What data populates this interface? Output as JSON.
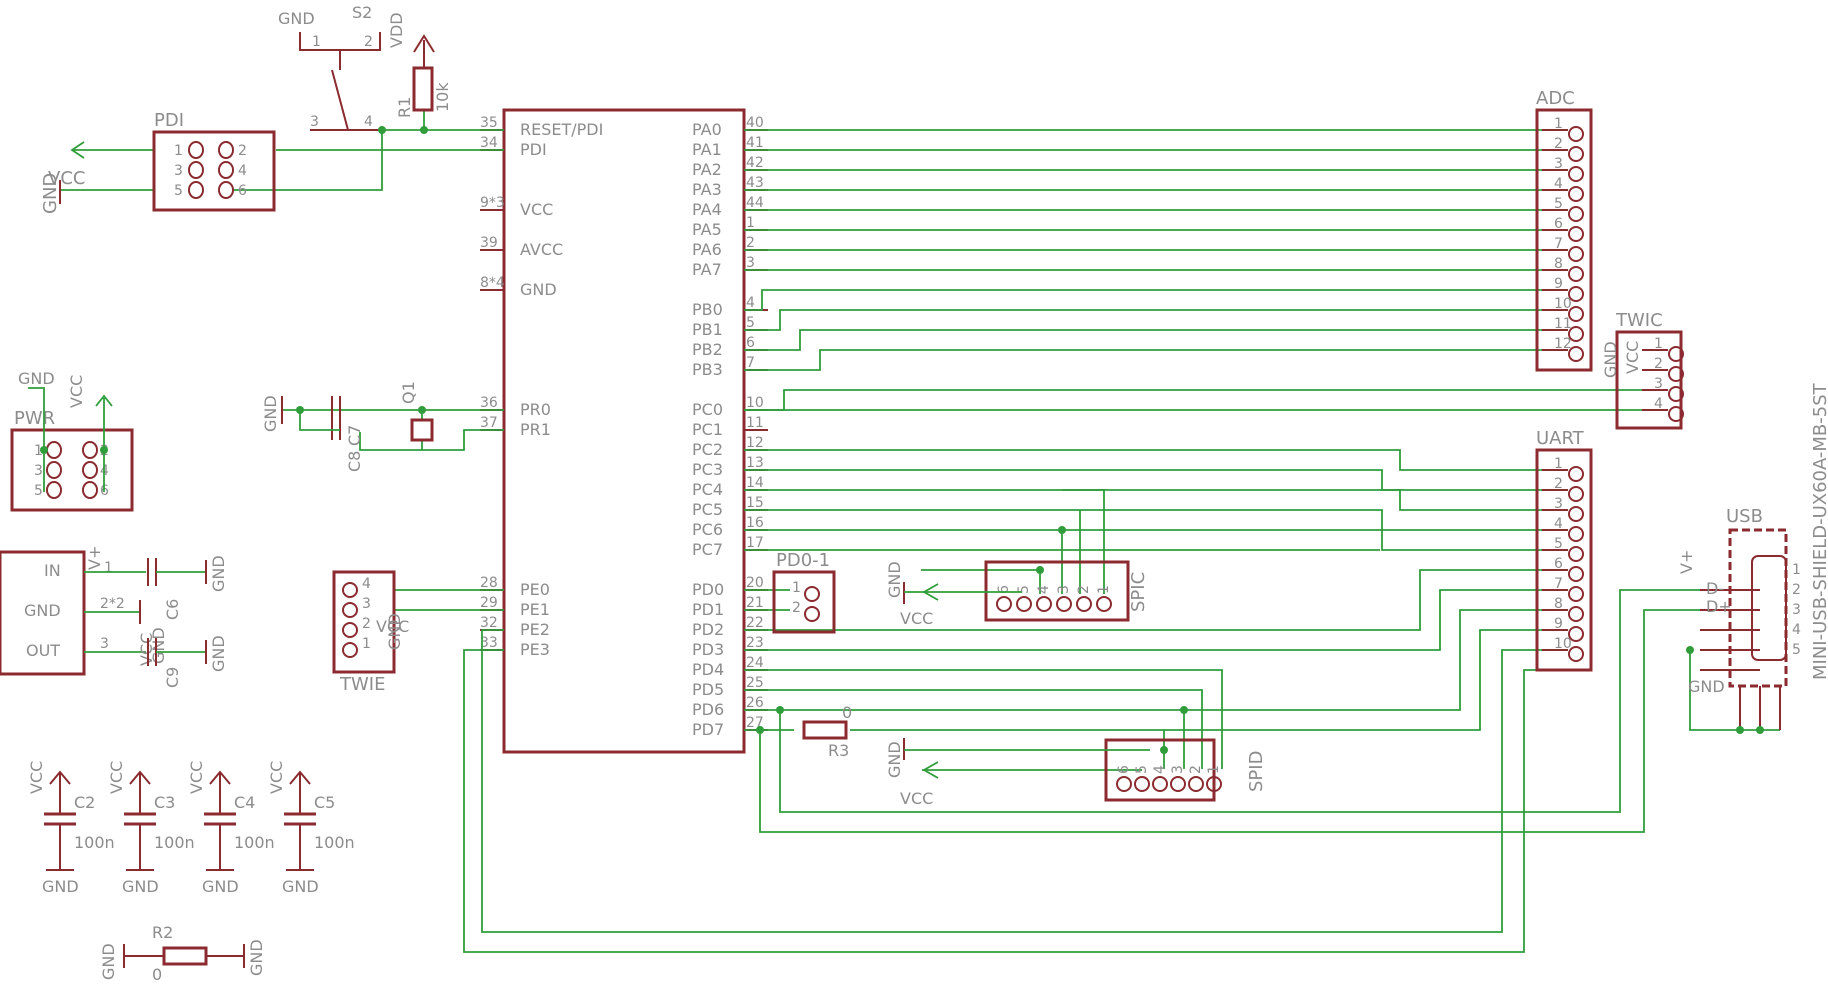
{
  "mcu": {
    "left_pins": [
      {
        "num": "35",
        "name": "RESET/PDI"
      },
      {
        "num": "34",
        "name": "PDI"
      },
      {
        "num": "9*3",
        "name": "VCC"
      },
      {
        "num": "39",
        "name": "AVCC"
      },
      {
        "num": "8*4",
        "name": "GND"
      },
      {
        "num": "36",
        "name": "PR0"
      },
      {
        "num": "37",
        "name": "PR1"
      },
      {
        "num": "28",
        "name": "PE0"
      },
      {
        "num": "29",
        "name": "PE1"
      },
      {
        "num": "32",
        "name": "PE2"
      },
      {
        "num": "33",
        "name": "PE3"
      }
    ],
    "right_pins": [
      {
        "num": "40",
        "name": "PA0"
      },
      {
        "num": "41",
        "name": "PA1"
      },
      {
        "num": "42",
        "name": "PA2"
      },
      {
        "num": "43",
        "name": "PA3"
      },
      {
        "num": "44",
        "name": "PA4"
      },
      {
        "num": "1",
        "name": "PA5"
      },
      {
        "num": "2",
        "name": "PA6"
      },
      {
        "num": "3",
        "name": "PA7"
      },
      {
        "num": "4",
        "name": "PB0"
      },
      {
        "num": "5",
        "name": "PB1"
      },
      {
        "num": "6",
        "name": "PB2"
      },
      {
        "num": "7",
        "name": "PB3"
      },
      {
        "num": "10",
        "name": "PC0"
      },
      {
        "num": "11",
        "name": "PC1"
      },
      {
        "num": "12",
        "name": "PC2"
      },
      {
        "num": "13",
        "name": "PC3"
      },
      {
        "num": "14",
        "name": "PC4"
      },
      {
        "num": "15",
        "name": "PC5"
      },
      {
        "num": "16",
        "name": "PC6"
      },
      {
        "num": "17",
        "name": "PC7"
      },
      {
        "num": "20",
        "name": "PD0"
      },
      {
        "num": "21",
        "name": "PD1"
      },
      {
        "num": "22",
        "name": "PD2"
      },
      {
        "num": "23",
        "name": "PD3"
      },
      {
        "num": "24",
        "name": "PD4"
      },
      {
        "num": "25",
        "name": "PD5"
      },
      {
        "num": "26",
        "name": "PD6"
      },
      {
        "num": "27",
        "name": "PD7"
      }
    ]
  },
  "adc": {
    "name": "ADC",
    "pins": [
      "1",
      "2",
      "3",
      "4",
      "5",
      "6",
      "7",
      "8",
      "9",
      "10",
      "11",
      "12"
    ]
  },
  "uart": {
    "name": "UART",
    "pins": [
      "1",
      "2",
      "3",
      "4",
      "5",
      "6",
      "7",
      "8",
      "9",
      "10"
    ]
  },
  "twic": {
    "name": "TWIC",
    "pins": [
      "1",
      "2",
      "3",
      "4"
    ],
    "gnd": "GND",
    "vcc": "VCC"
  },
  "twie": {
    "name": "TWIE",
    "pins": [
      "4",
      "3",
      "2",
      "1"
    ],
    "vcc": "VCC",
    "gnd": "GND"
  },
  "usb": {
    "name": "USB",
    "part": "MINI-USB-SHIELD-UX60A-MB-5ST",
    "pins": [
      "1",
      "2",
      "3",
      "4",
      "5"
    ],
    "dminus": "D-",
    "dplus": "D+",
    "vplus": "V+",
    "gnd": "GND"
  },
  "pdi": {
    "name": "PDI",
    "pins": [
      "1",
      "2",
      "3",
      "4",
      "5",
      "6"
    ],
    "vcc": "VCC",
    "gnd": "GND"
  },
  "pwr": {
    "name": "PWR",
    "gnd": "GND",
    "vcc": "VCC",
    "pins": [
      "1",
      "2",
      "3",
      "4",
      "5",
      "6"
    ]
  },
  "spic": {
    "name": "SPIC",
    "pins": [
      "6",
      "5",
      "4",
      "3",
      "2",
      "1"
    ],
    "gnd": "GND",
    "vcc": "VCC"
  },
  "spid": {
    "name": "SPID",
    "pins": [
      "6",
      "5",
      "4",
      "3",
      "2",
      "1"
    ],
    "gnd": "GND",
    "vcc": "VCC"
  },
  "pd01": {
    "name": "PD0-1",
    "pins": [
      "1",
      "2"
    ]
  },
  "s2": {
    "name": "S2",
    "gnd": "GND",
    "vdd": "VDD",
    "pins": [
      "1",
      "2",
      "3",
      "4"
    ]
  },
  "r1": {
    "name": "R1",
    "value": "10k"
  },
  "r2": {
    "name": "R2",
    "value": "0",
    "gnd_left": "GND",
    "gnd_right": "GND"
  },
  "r3": {
    "name": "R3",
    "value": "0"
  },
  "q1": {
    "name": "Q1",
    "gnd": "GND"
  },
  "c7": {
    "name": "C7",
    "c8": "C8"
  },
  "reg": {
    "in": "IN",
    "gnd": "GND",
    "out": "OUT",
    "pin1": "1",
    "pin2": "2*2",
    "pin3": "3",
    "vplus": "V+",
    "vcc": "VCC",
    "c6": "C6",
    "c9": "C9",
    "gnd1": "GND",
    "gnd2": "GND",
    "gnd3": "GND"
  },
  "decoupling": [
    {
      "name": "C2",
      "value": "100n",
      "vcc": "VCC",
      "gnd": "GND"
    },
    {
      "name": "C3",
      "value": "100n",
      "vcc": "VCC",
      "gnd": "GND"
    },
    {
      "name": "C4",
      "value": "100n",
      "vcc": "VCC",
      "gnd": "GND"
    },
    {
      "name": "C5",
      "value": "100n",
      "vcc": "VCC",
      "gnd": "GND"
    }
  ],
  "power_labels": {
    "vcc": "VCC",
    "gnd": "GND"
  }
}
